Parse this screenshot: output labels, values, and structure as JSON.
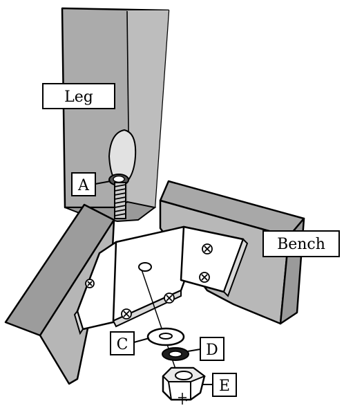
{
  "labels": {
    "leg": "Leg",
    "bench": "Bench",
    "a": "A",
    "c": "C",
    "d": "D",
    "e": "E"
  },
  "colors": {
    "wood_light": "#b4b4b4",
    "wood_mid": "#a3a3a3",
    "wood_dark": "#8c8c8c",
    "bracket": "#ffffff",
    "outline": "#000000",
    "label_bg": "#ffffff"
  }
}
